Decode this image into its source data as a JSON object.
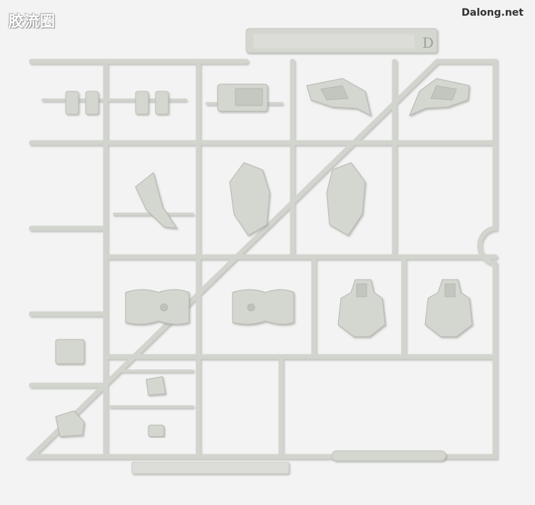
{
  "watermark": {
    "left_text": "胶流圈",
    "right_text": "Dalong.net"
  },
  "colors": {
    "background": "#f3f3f3",
    "plastic": "#d4d6d0",
    "plastic_shadow": "#b9bbb5",
    "plastic_highlight": "#e3e4df"
  },
  "sprue": {
    "tag_letter": "D"
  }
}
